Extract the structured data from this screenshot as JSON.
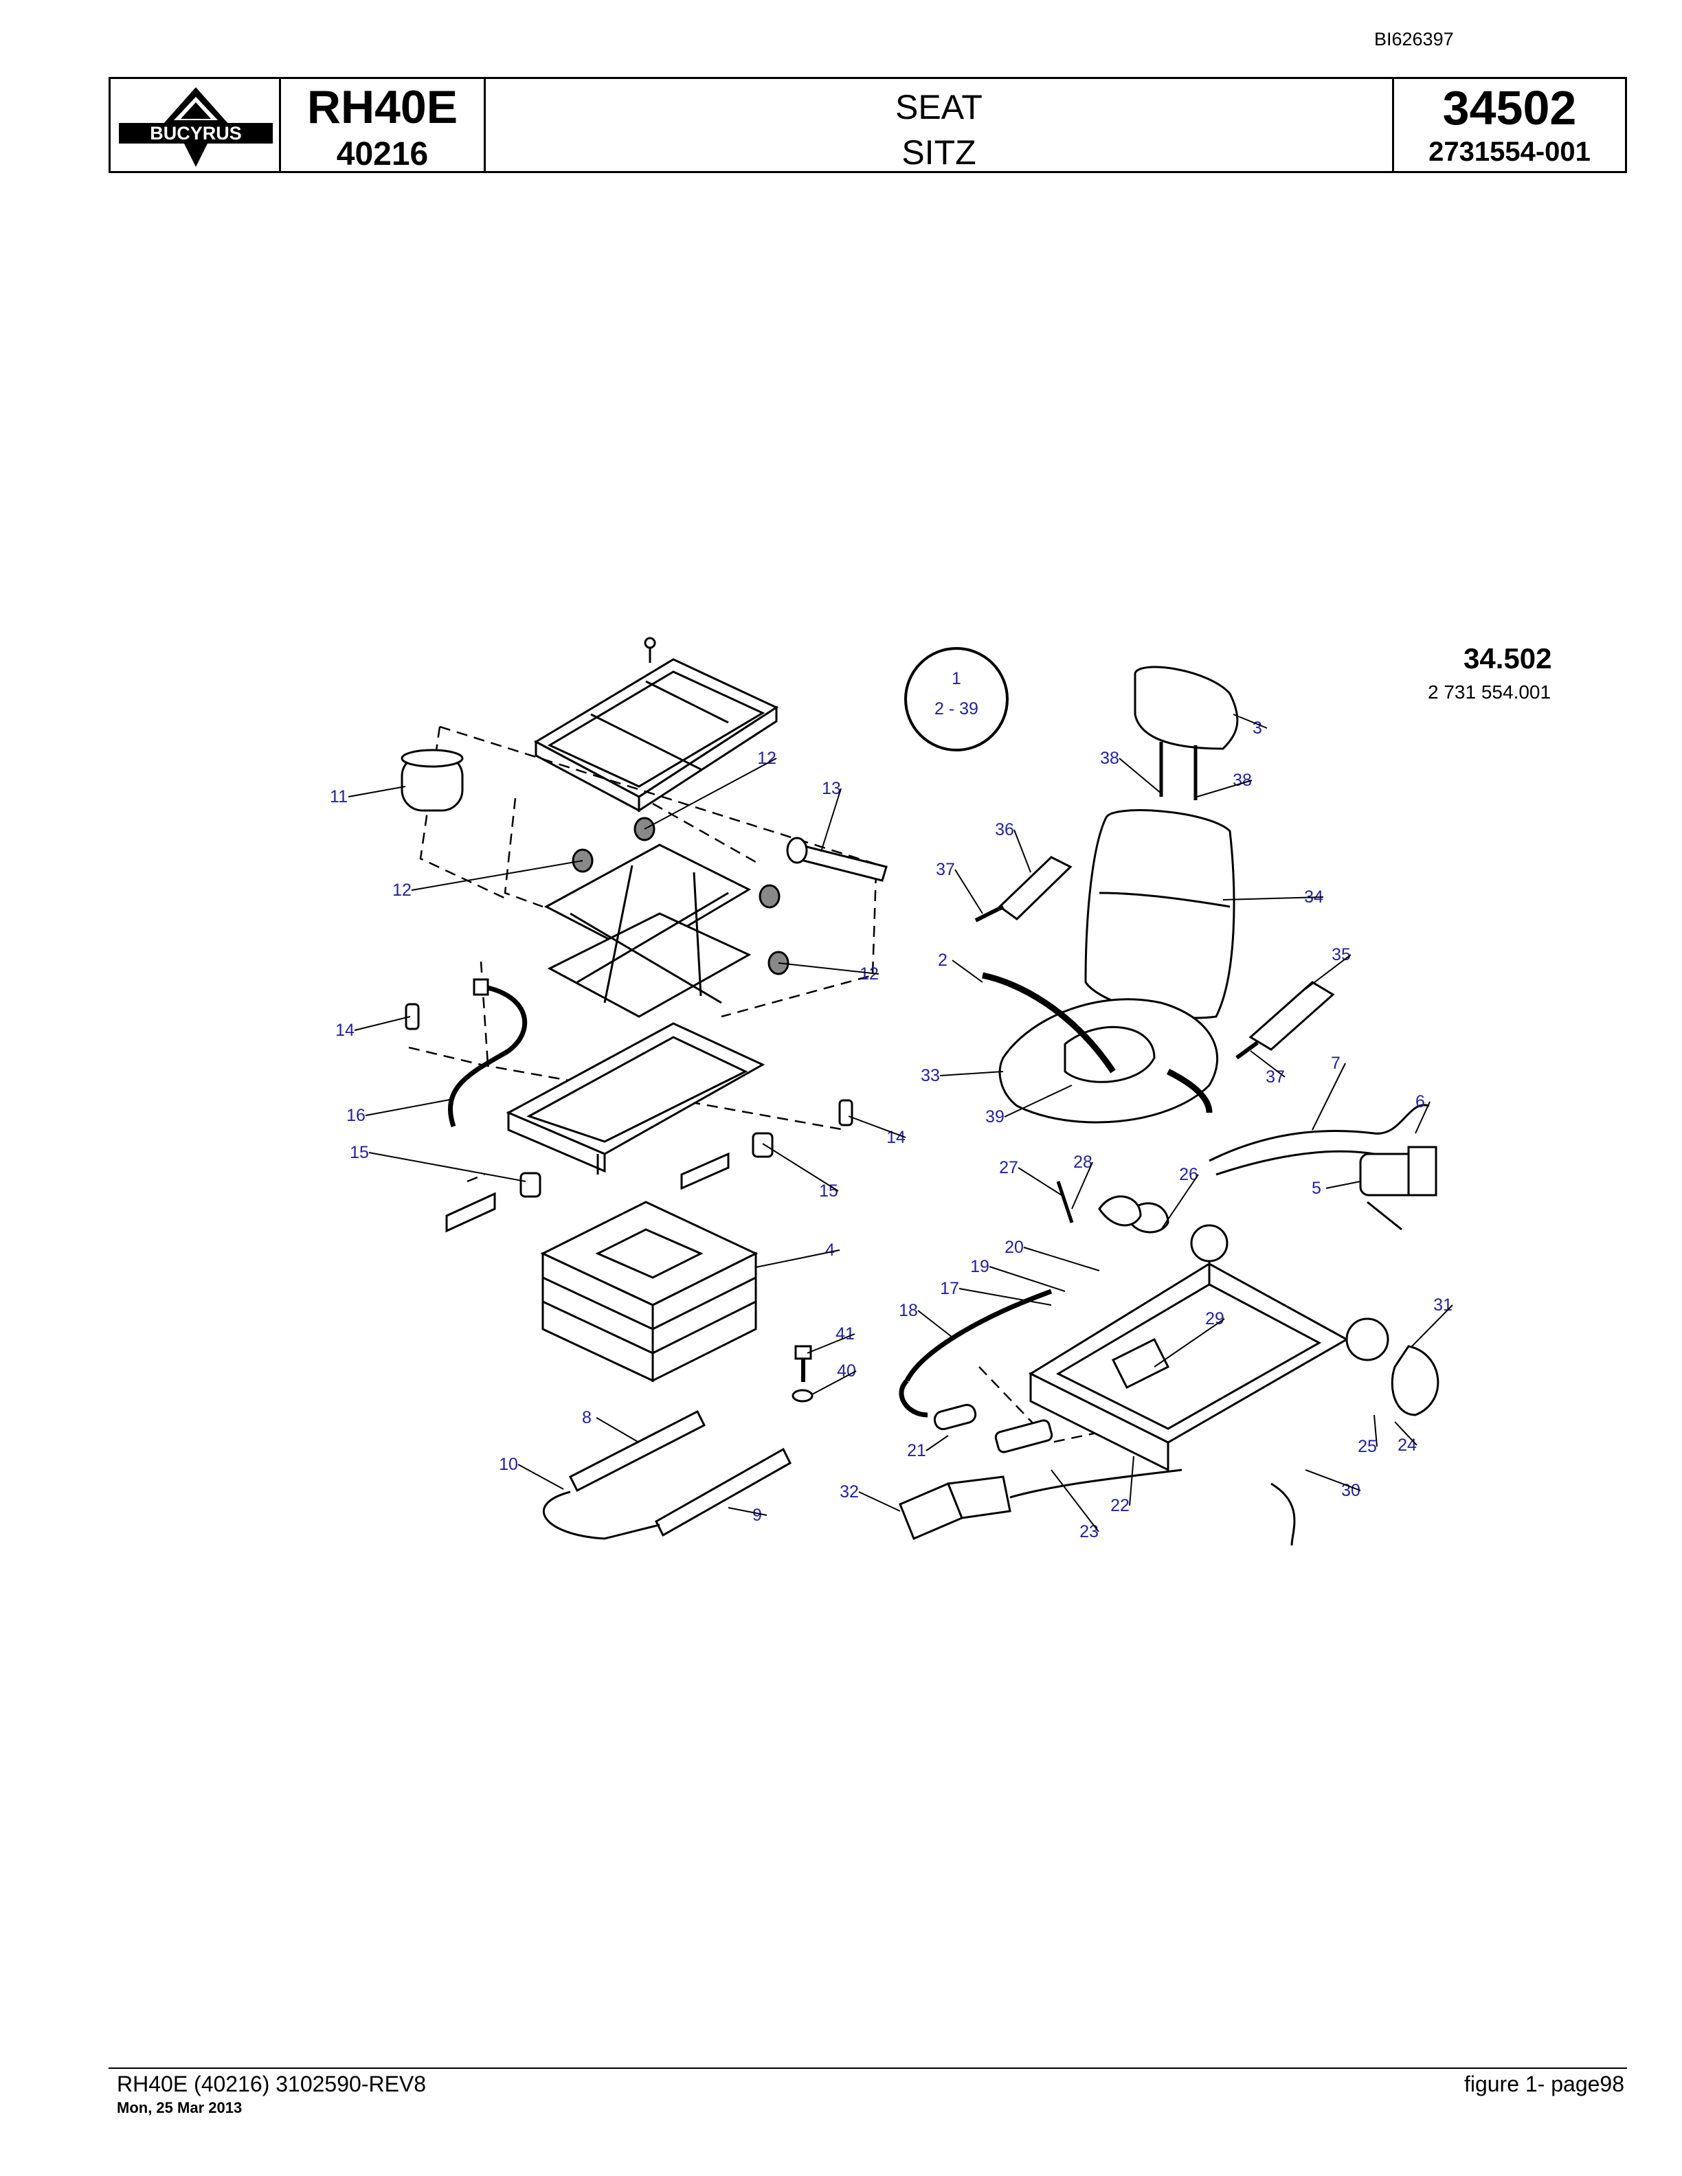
{
  "document_id": "BI626397",
  "header": {
    "logo_text": "BUCYRUS",
    "model": "RH40E",
    "serial": "40216",
    "title_en": "SEAT",
    "title_de": "SITZ",
    "group_number": "34502",
    "part_number": "2731554-001"
  },
  "figure": {
    "number": "34.502",
    "sub_number": "2 731 554.001",
    "circle_label_top": "1",
    "circle_label_bottom": "2 - 39",
    "callouts": [
      "11",
      "12",
      "13",
      "12",
      "12",
      "14",
      "16",
      "15",
      "14",
      "15",
      "4",
      "41",
      "40",
      "8",
      "10",
      "9",
      "3",
      "38",
      "38",
      "36",
      "37",
      "34",
      "2",
      "35",
      "33",
      "37",
      "39",
      "7",
      "6",
      "5",
      "27",
      "28",
      "26",
      "20",
      "19",
      "17",
      "18",
      "29",
      "31",
      "25",
      "24",
      "21",
      "32",
      "22",
      "23",
      "30"
    ]
  },
  "footer": {
    "left": "RH40E (40216) 3102590-REV8",
    "date": "Mon, 25 Mar 2013",
    "right": "figure  1- page98"
  },
  "colors": {
    "callout": "#1f1fa8",
    "line": "#000000"
  }
}
